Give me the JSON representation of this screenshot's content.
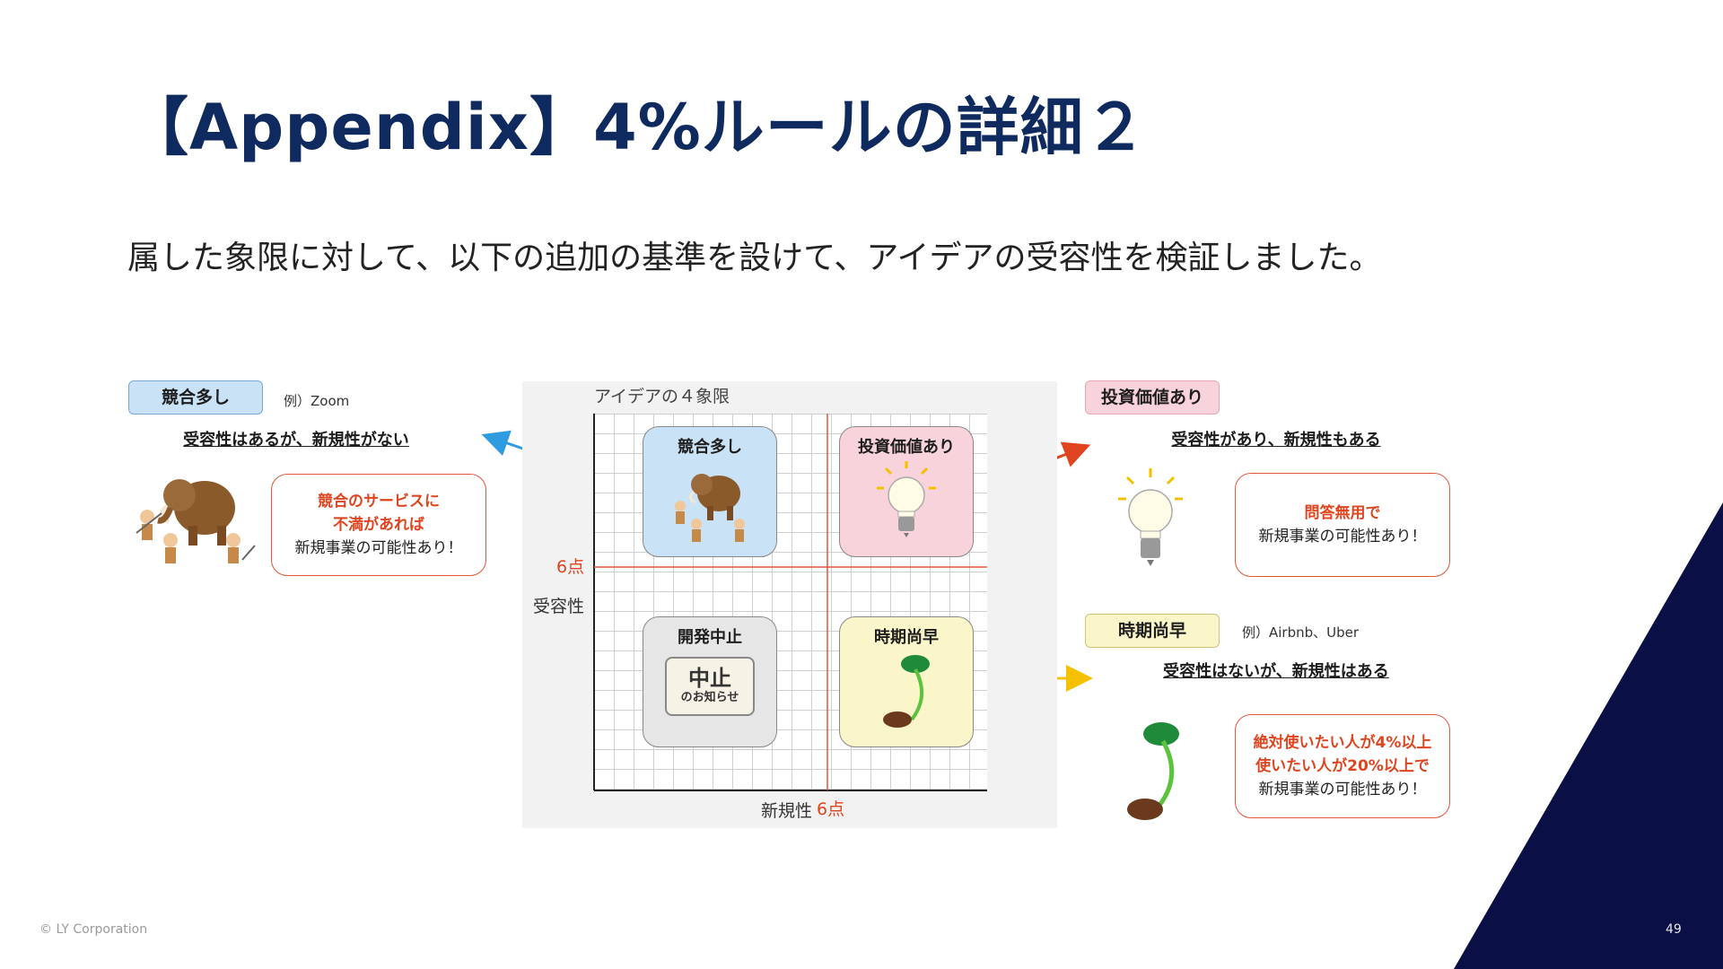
{
  "title": "【Appendix】4%ルールの詳細２",
  "subtitle": "属した象限に対して、以下の追加の基準を設けて、アイデアの受容性を検証しました。",
  "footer": {
    "copyright": "© LY Corporation",
    "page_number": "49"
  },
  "colors": {
    "title": "#0e2a5e",
    "accent_red": "#e0441f",
    "corner": "#0a0f45",
    "arrow_blue": "#2f9be0",
    "arrow_red": "#e0441f",
    "arrow_yellow": "#f5c000"
  },
  "left_panel": {
    "tag": "競合多し",
    "example": "例）Zoom",
    "heading": "受容性はあるが、新規性がない",
    "callout_red": [
      "競合のサービスに",
      "不満があれば"
    ],
    "callout_black": "新規事業の可能性あり！",
    "illustration": "mammoth-hunt-icon"
  },
  "right_top_panel": {
    "tag": "投資価値あり",
    "heading": "受容性があり、新規性もある",
    "callout_red": "問答無用で",
    "callout_black": "新規事業の可能性あり！",
    "illustration": "lightbulb-icon"
  },
  "right_bottom_panel": {
    "tag": "時期尚早",
    "example": "例）Airbnb、Uber",
    "heading": "受容性はないが、新規性はある",
    "callout_red": [
      "絶対使いたい人が4%以上",
      "使いたい人が20%以上で"
    ],
    "callout_black": "新規事業の可能性あり！",
    "illustration": "sprout-icon"
  },
  "matrix": {
    "title": "アイデアの４象限",
    "y_label": "受容性",
    "x_label": "新規性",
    "y_threshold": "6点",
    "x_threshold": "6点",
    "quadrants": {
      "top_left": "競合多し",
      "top_right": "投資価値あり",
      "bottom_left": "開発中止",
      "bottom_right": "時期尚早"
    },
    "stop_sign": {
      "big": "中止",
      "small": "のお知らせ"
    }
  }
}
